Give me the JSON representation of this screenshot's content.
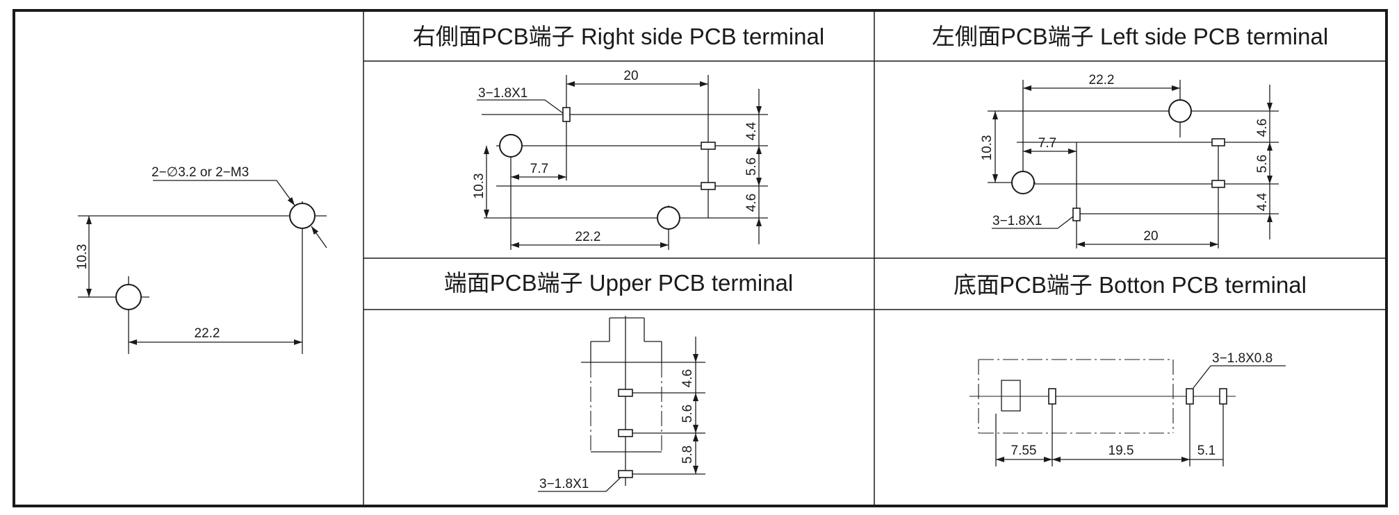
{
  "panels": {
    "right_side": {
      "title": "右側面PCB端子 Right side PCB terminal",
      "pin_spec": "3−1.8X1",
      "dim_20": "20",
      "dim_7_7": "7.7",
      "dim_10_3": "10.3",
      "dim_22_2": "22.2",
      "dim_4_4": "4.4",
      "dim_5_6": "5.6",
      "dim_4_6": "4.6"
    },
    "left_side": {
      "title": "左側面PCB端子 Left side PCB terminal",
      "pin_spec": "3−1.8X1",
      "dim_22_2": "22.2",
      "dim_7_7": "7.7",
      "dim_10_3": "10.3",
      "dim_20": "20",
      "dim_4_6": "4.6",
      "dim_5_6": "5.6",
      "dim_4_4": "4.4"
    },
    "upper": {
      "title": "端面PCB端子 Upper PCB terminal",
      "pin_spec": "3−1.8X1",
      "dim_4_6": "4.6",
      "dim_5_6": "5.6",
      "dim_5_8": "5.8"
    },
    "bottom": {
      "title": "底面PCB端子 Botton PCB terminal",
      "pin_spec": "3−1.8X0.8",
      "dim_7_55": "7.55",
      "dim_19_5": "19.5",
      "dim_5_1": "5.1"
    },
    "mounting": {
      "hole_spec": "2−∅3.2 or 2−M3",
      "dim_10_3": "10.3",
      "dim_22_2": "22.2"
    }
  }
}
